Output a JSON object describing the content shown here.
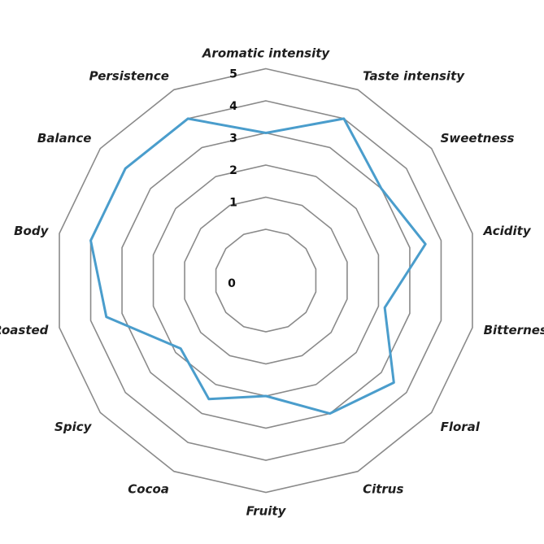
{
  "chart_data": {
    "type": "radar",
    "title": "",
    "categories": [
      "Aromatic intensity",
      "Taste intensity",
      "Sweetness",
      "Acidity",
      "Bitterness",
      "Floral",
      "Citrus",
      "Fruity",
      "Cocoa",
      "Spicy",
      "Roasted",
      "Body",
      "Balance",
      "Persistence"
    ],
    "series": [
      {
        "values": [
          3,
          4,
          3,
          3.5,
          2.2,
          3.5,
          3,
          2,
          2.5,
          1.8,
          3.5,
          4,
          4,
          4
        ]
      }
    ],
    "ticks": [
      "0",
      "1",
      "2",
      "3",
      "4",
      "5"
    ],
    "rlim": [
      0,
      5
    ],
    "grid": true,
    "colors": {
      "series": "#4a9dcc",
      "grid": "#8a8a8a"
    }
  }
}
